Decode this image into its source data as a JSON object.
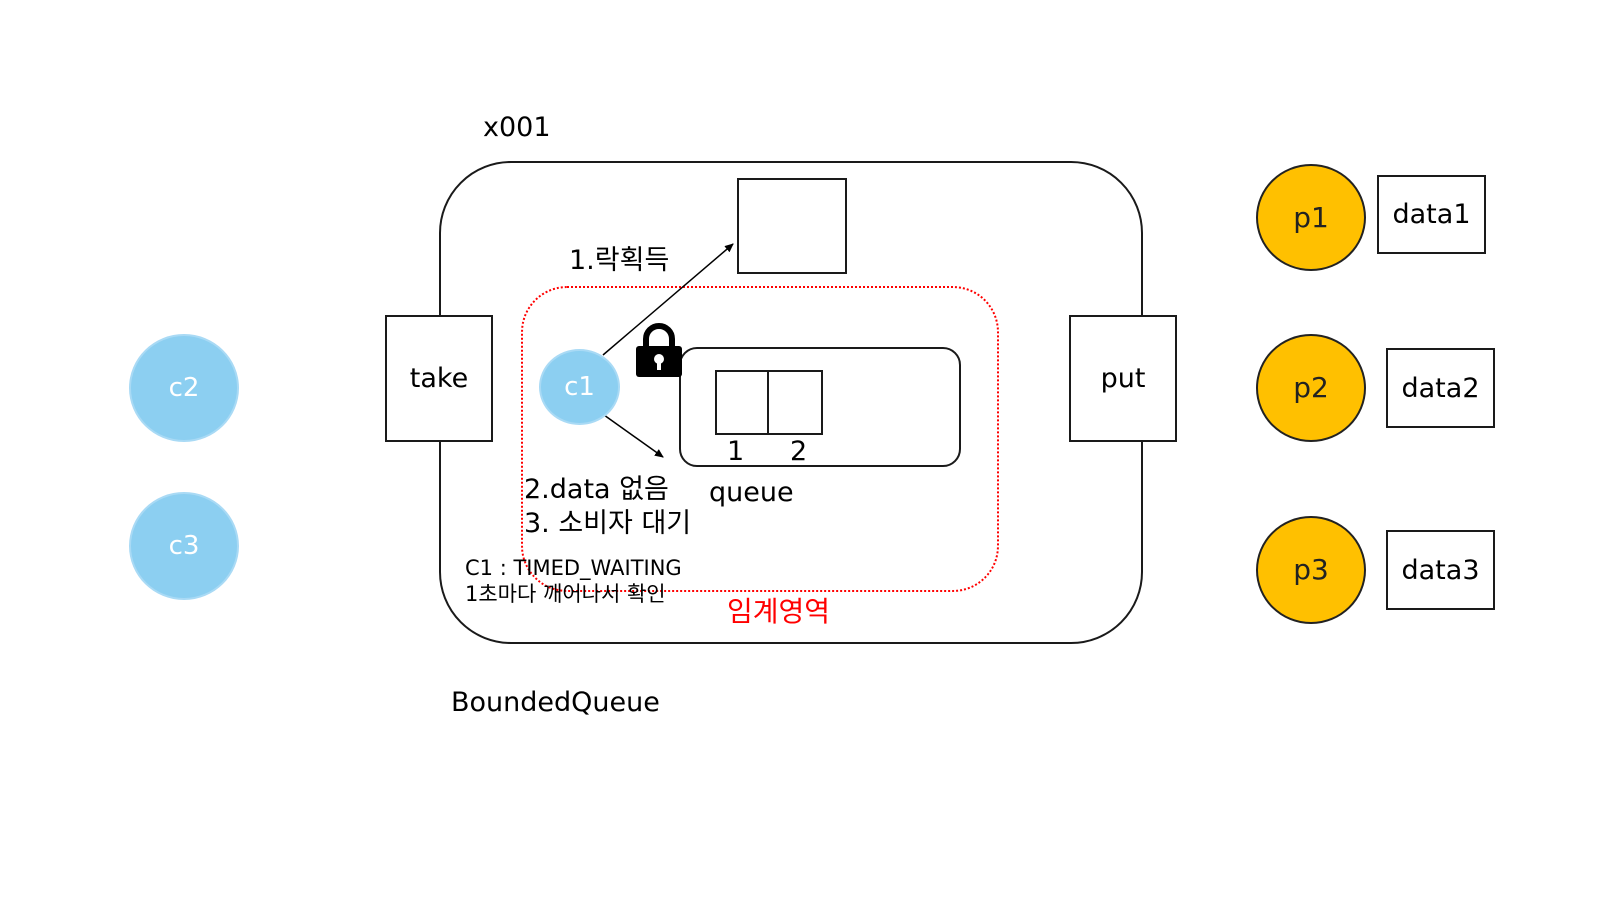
{
  "monitor": {
    "id_label": "x001",
    "name_label": "BoundedQueue",
    "take_label": "take",
    "put_label": "put"
  },
  "critical_section": {
    "label": "임계영역",
    "color": "#ff0000"
  },
  "queue": {
    "label": "queue",
    "slot_labels": [
      "1",
      "2"
    ]
  },
  "steps": {
    "step1": "1.락획득",
    "step2": "2.data 없음",
    "step3": "3. 소비자 대기"
  },
  "status": {
    "line1": "C1 : TIMED_WAITING",
    "line2": "1초마다 깨어나서 확인"
  },
  "consumers": [
    "c1",
    "c2",
    "c3"
  ],
  "producers": [
    {
      "name": "p1",
      "data": "data1"
    },
    {
      "name": "p2",
      "data": "data2"
    },
    {
      "name": "p3",
      "data": "data3"
    }
  ],
  "colors": {
    "consumer": "#8ccff1",
    "producer": "#ffc000"
  },
  "icons": {
    "lock": "lock-icon"
  }
}
